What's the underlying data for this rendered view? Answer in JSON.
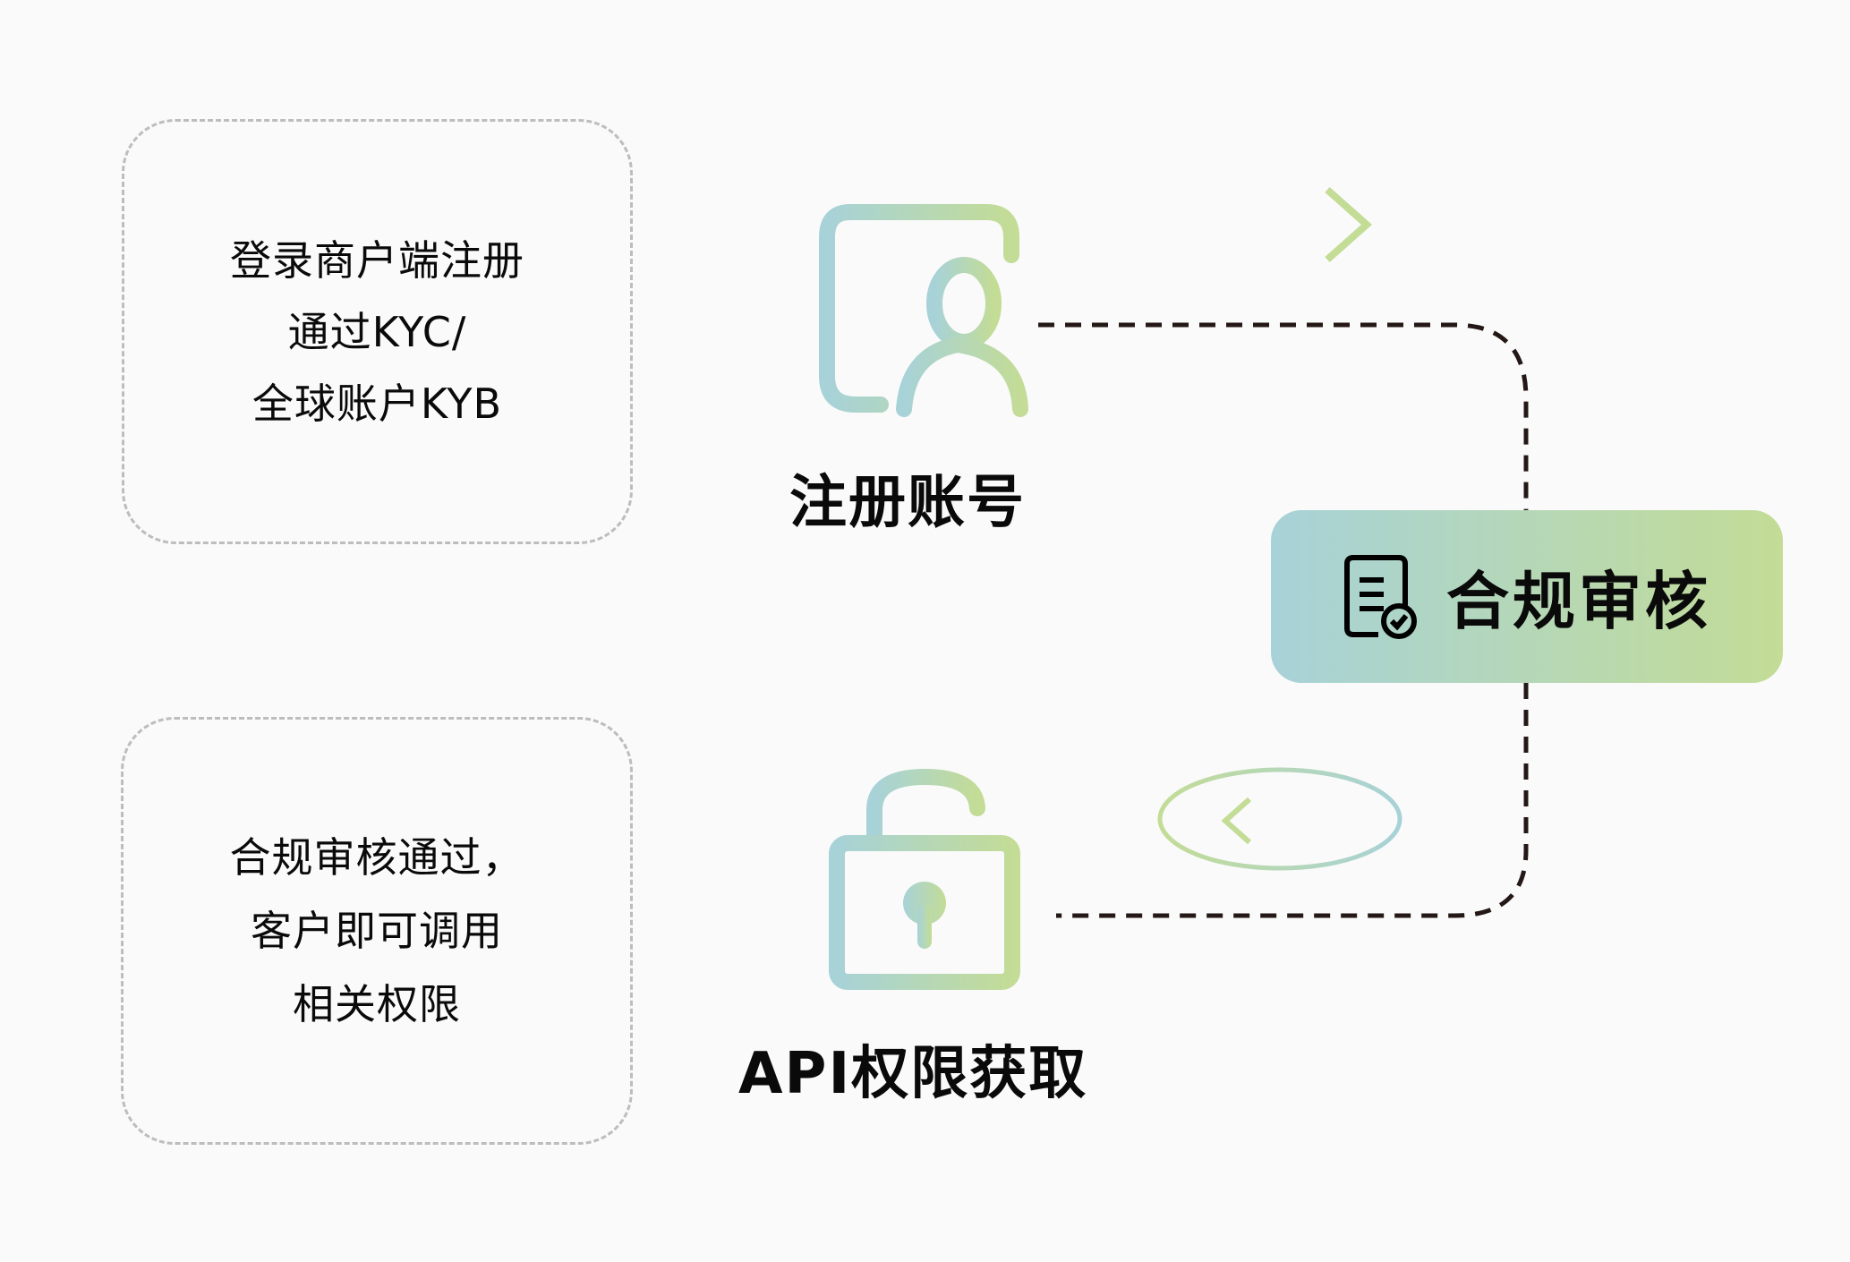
{
  "notes": {
    "register": [
      "登录商户端注册",
      "通过KYC/",
      "全球账户KYB"
    ],
    "api": [
      "合规审核通过，",
      "客户即可调用",
      "相关权限"
    ]
  },
  "steps": {
    "register": {
      "label": "注册账号",
      "icon": "user-document-icon"
    },
    "review": {
      "label": "合规审核",
      "icon": "document-check-icon"
    },
    "api": {
      "label": "API权限获取",
      "icon": "unlocked-padlock-icon"
    }
  },
  "colors": {
    "gradient_start": "#a7d2d8",
    "gradient_end": "#c3dc96",
    "dashed_connector": "#231815",
    "note_border": "#bdbdbd",
    "background": "#fafafa"
  }
}
